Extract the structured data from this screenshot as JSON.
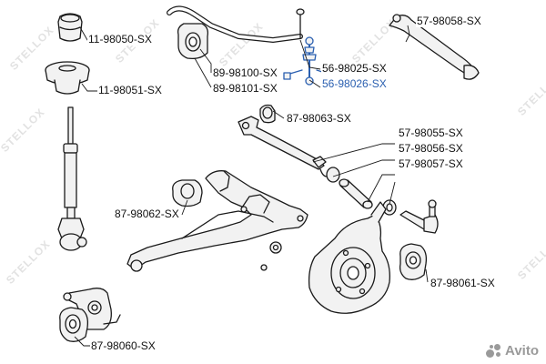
{
  "labels": {
    "l_11_98050": "11-98050-SX",
    "l_11_98051": "11-98051-SX",
    "l_89_98100": "89-98100-SX",
    "l_89_98101": "89-98101-SX",
    "l_56_98025": "56-98025-SX",
    "l_56_98026": "56-98026-SX",
    "l_57_98058": "57-98058-SX",
    "l_87_98063": "87-98063-SX",
    "l_57_98055": "57-98055-SX",
    "l_57_98056": "57-98056-SX",
    "l_57_98057": "57-98057-SX",
    "l_87_98062": "87-98062-SX",
    "l_87_98061": "87-98061-SX",
    "l_87_98060": "87-98060-SX"
  },
  "watermark": "STELLOX",
  "brand": "Avito",
  "colors": {
    "line": "#1a1a1a",
    "highlight": "#2a5fb0",
    "part_fill": "#f2f2f2"
  }
}
